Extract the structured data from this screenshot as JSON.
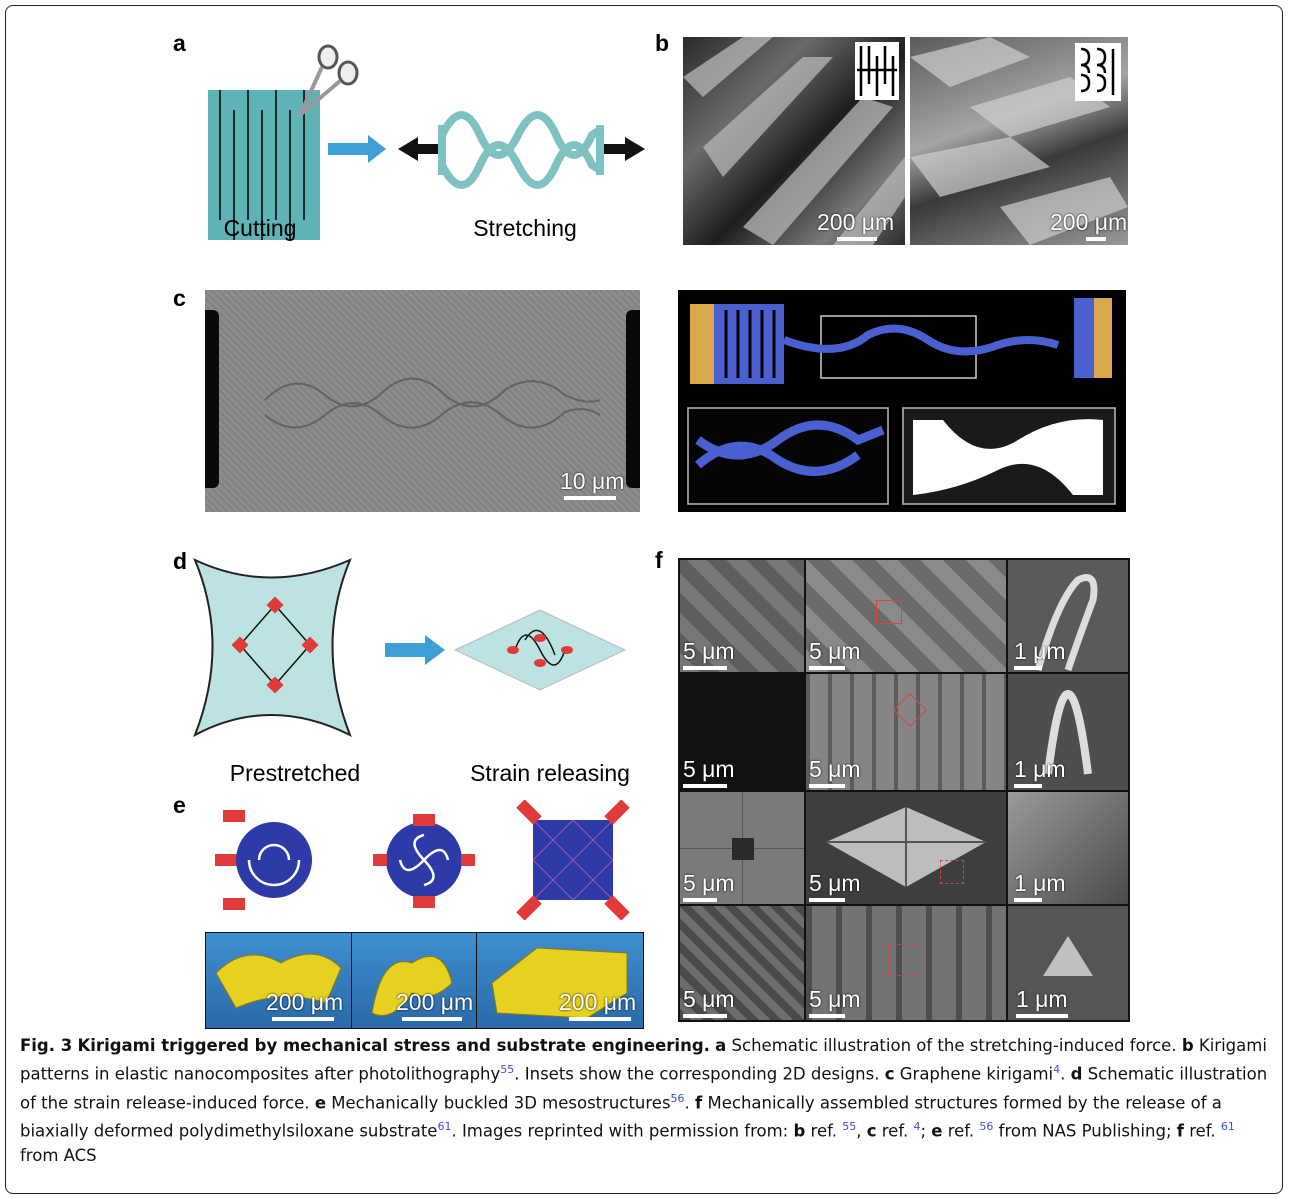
{
  "panels": {
    "a": {
      "letter": "a",
      "cutting_label": "Cutting",
      "stretching_label": "Stretching"
    },
    "b": {
      "letter": "b",
      "scale_left": "200 μm",
      "scale_right": "200 μm"
    },
    "c": {
      "letter": "c",
      "scale": "10 μm"
    },
    "d": {
      "letter": "d",
      "prestretched_label": "Prestretched",
      "releasing_label": "Strain releasing"
    },
    "e": {
      "letter": "e",
      "scales": [
        "200 μm",
        "200 μm",
        "200 μm"
      ]
    },
    "f": {
      "letter": "f",
      "rows": [
        [
          "5 μm",
          "5 μm",
          "1 μm"
        ],
        [
          "5 μm",
          "5 μm",
          "1 μm"
        ],
        [
          "5 μm",
          "5 μm",
          "1 μm"
        ],
        [
          "5 μm",
          "5 μm",
          "1 μm"
        ]
      ]
    }
  },
  "caption": {
    "fig": "Fig. 3",
    "title": "Kirigami triggered by mechanical stress and substrate engineering.",
    "a_letter": "a",
    "a_text": "Schematic illustration of the stretching-induced force.",
    "b_letter": "b",
    "b_text": "Kirigami patterns in elastic nanocomposites after photolithography",
    "b_ref": "55",
    "b_text2": ". Insets show the corresponding 2D designs.",
    "c_letter": "c",
    "c_text": "Graphene kirigami",
    "c_ref": "4",
    "d_letter": "d",
    "d_text": "Schematic illustration of the strain release-induced force.",
    "e_letter": "e",
    "e_text": "Mechanically buckled 3D mesostructures",
    "e_ref": "56",
    "f_letter": "f",
    "f_text": "Mechanically assembled structures formed by the release of a biaxially deformed polydimethylsiloxane substrate",
    "f_ref": "61",
    "perm_text": ". Images reprinted with permission from:",
    "perm_b": "b",
    "perm_b_ref": "55",
    "perm_c": "c",
    "perm_c_ref": "4",
    "perm_e": "e",
    "perm_e_ref": "56",
    "perm_e_src": "from NAS Publishing;",
    "perm_f": "f",
    "perm_f_ref": "61",
    "perm_f_src": "from ACS",
    "ref_word": "ref."
  },
  "colors": {
    "teal": "#5fb3b6",
    "arrow_blue": "#3d9fd6",
    "blue_struct": "#4a5fd0",
    "gold": "#d8a84a",
    "red": "#e03a3a"
  }
}
